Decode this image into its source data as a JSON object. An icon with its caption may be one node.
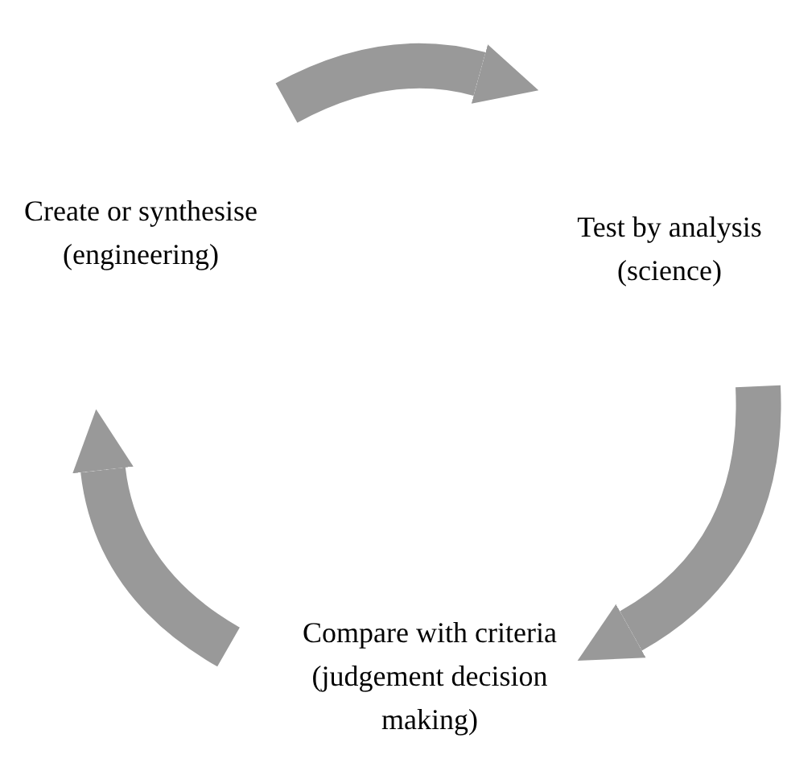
{
  "diagram": {
    "nodes": [
      {
        "text": [
          "Create or synthesise (engineering)"
        ]
      },
      {
        "text": [
          "Test by analysis (science)"
        ]
      },
      {
        "text": [
          "Compare with criteria (judgement decision making)"
        ]
      }
    ],
    "edges": [
      {
        "from": 0,
        "to": 1,
        "arrow": "to"
      },
      {
        "from": 1,
        "to": 2,
        "arrow": "to"
      },
      {
        "from": 2,
        "to": 0,
        "arrow": "to"
      }
    ]
  }
}
